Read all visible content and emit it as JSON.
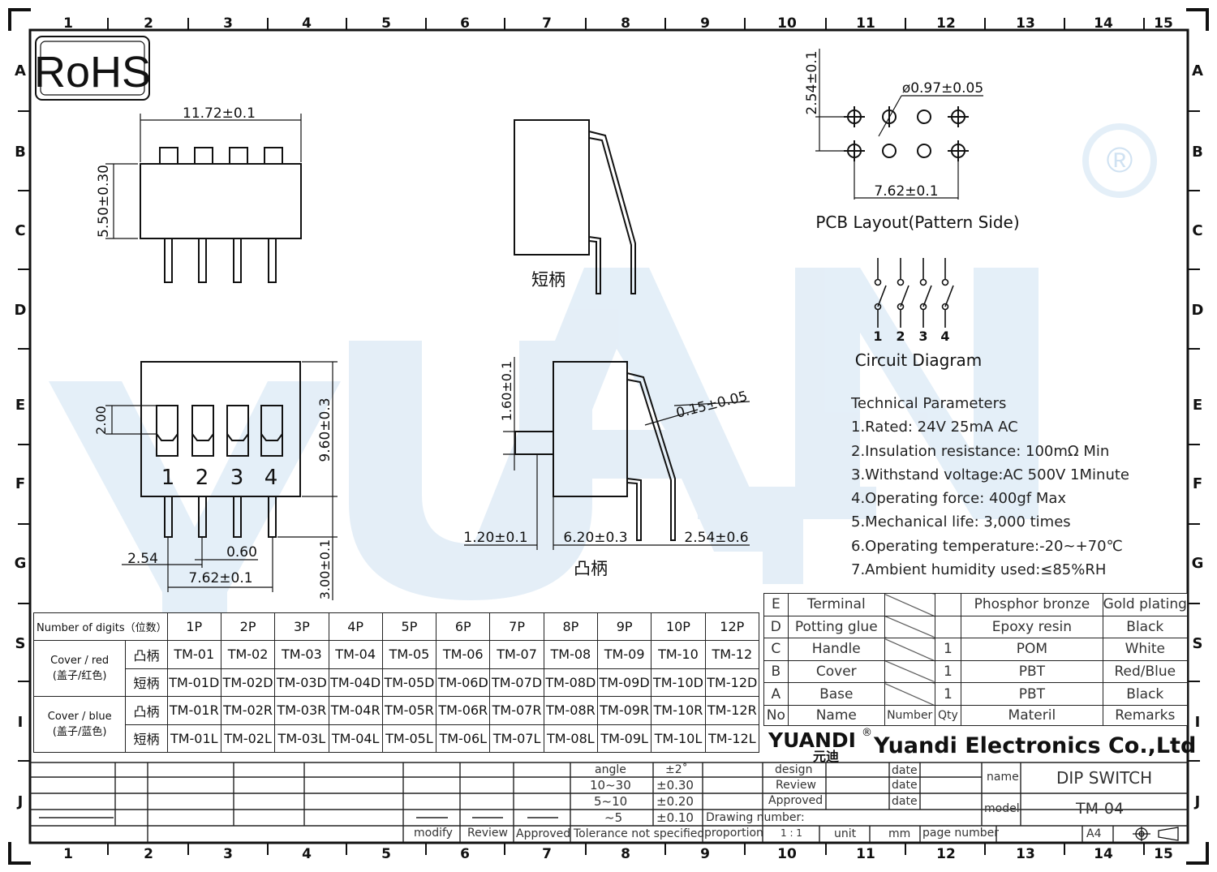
{
  "logos": {
    "rohs": "RoHS",
    "yuandi_en": "YUANDI",
    "yuandi_cn": "元迪",
    "registered": "®"
  },
  "border": {
    "columns": [
      "1",
      "2",
      "3",
      "4",
      "5",
      "6",
      "7",
      "8",
      "9",
      "10",
      "11",
      "12",
      "13",
      "14",
      "15"
    ],
    "rows": [
      "A",
      "B",
      "C",
      "D",
      "E",
      "F",
      "G",
      "S",
      "I",
      "J"
    ]
  },
  "top_view": {
    "width_dim": "11.72±0.1",
    "height_dim": "5.50±0.30"
  },
  "front_view": {
    "numbers": [
      "1",
      "2",
      "3",
      "4"
    ],
    "dim_2": "2.00",
    "dim_height": "9.60±0.3",
    "dim_pitch": "2.54",
    "dim_pin": "0.60",
    "dim_span": "7.62±0.1",
    "dim_pin_len": "3.00±0.1"
  },
  "side_short": {
    "label": "短柄"
  },
  "side_raised": {
    "label": "凸柄",
    "dim_handle": "1.60±0.1",
    "dim_thick": "0.15±0.05",
    "dim_a": "1.20±0.1",
    "dim_b": "6.20±0.3",
    "dim_c": "2.54±0.6"
  },
  "pcb": {
    "dim_vert": "2.54±0.1",
    "dim_hole": "ø0.97±0.05",
    "dim_span": "7.62±0.1",
    "title": "PCB  Layout(Pattern  Side)"
  },
  "circuit": {
    "numbers": [
      "1",
      "2",
      "3",
      "4"
    ],
    "title": "Circuit  Diagram"
  },
  "tech": {
    "title": "Technical Parameters",
    "items": [
      "1.Rated: 24V 25mA  AC",
      "2.Insulation resistance: 100mΩ Min",
      "3.Withstand voltage:AC 500V 1Minute",
      "4.Operating force: 400gf Max",
      "5.Mechanical life: 3,000 times",
      "6.Operating temperature:-20~+70℃",
      "7.Ambient humidity used:≤85%RH"
    ]
  },
  "digits_table": {
    "header_label": "Number of digits（位数）",
    "cols": [
      "1P",
      "2P",
      "3P",
      "4P",
      "5P",
      "6P",
      "7P",
      "8P",
      "9P",
      "10P",
      "12P"
    ],
    "groups": [
      {
        "label_en": "Cover / red",
        "label_cn": "(盖子/红色)",
        "rows": [
          {
            "type": "凸柄",
            "cells": [
              "TM-01",
              "TM-02",
              "TM-03",
              "TM-04",
              "TM-05",
              "TM-06",
              "TM-07",
              "TM-08",
              "TM-09",
              "TM-10",
              "TM-12"
            ]
          },
          {
            "type": "短柄",
            "cells": [
              "TM-01D",
              "TM-02D",
              "TM-03D",
              "TM-04D",
              "TM-05D",
              "TM-06D",
              "TM-07D",
              "TM-08D",
              "TM-09D",
              "TM-10D",
              "TM-12D"
            ]
          }
        ]
      },
      {
        "label_en": "Cover / blue",
        "label_cn": "(盖子/蓝色)",
        "rows": [
          {
            "type": "凸柄",
            "cells": [
              "TM-01R",
              "TM-02R",
              "TM-03R",
              "TM-04R",
              "TM-05R",
              "TM-06R",
              "TM-07R",
              "TM-08R",
              "TM-09R",
              "TM-10R",
              "TM-12R"
            ]
          },
          {
            "type": "短柄",
            "cells": [
              "TM-01L",
              "TM-02L",
              "TM-03L",
              "TM-04L",
              "TM-05L",
              "TM-06L",
              "TM-07L",
              "TM-08L",
              "TM-09L",
              "TM-10L",
              "TM-12L"
            ]
          }
        ]
      }
    ]
  },
  "bom": {
    "rows": [
      {
        "no": "E",
        "name": "Terminal",
        "number": "",
        "qty": "",
        "material": "Phosphor bronze",
        "remarks": "Gold plating"
      },
      {
        "no": "D",
        "name": "Potting glue",
        "number": "",
        "qty": "",
        "material": "Epoxy resin",
        "remarks": "Black"
      },
      {
        "no": "C",
        "name": "Handle",
        "number": "",
        "qty": "1",
        "material": "POM",
        "remarks": "White"
      },
      {
        "no": "B",
        "name": "Cover",
        "number": "",
        "qty": "1",
        "material": "PBT",
        "remarks": "Red/Blue"
      },
      {
        "no": "A",
        "name": "Base",
        "number": "",
        "qty": "1",
        "material": "PBT",
        "remarks": "Black"
      }
    ],
    "header": {
      "no": "No",
      "name": "Name",
      "number": "Number",
      "qty": "Qty",
      "material": "Materil",
      "remarks": "Remarks"
    }
  },
  "company": "Yuandi Electronics Co.,Ltd",
  "title_block": {
    "angle": "angle",
    "angle_tol": "±2˚",
    "r1": "10~30",
    "t1": "±0.30",
    "r2": "5~10",
    "t2": "±0.20",
    "r3": "~5",
    "t3": "±0.10",
    "modify": "modify",
    "review": "Review",
    "approved": "Approved",
    "tolerance": "Tolerance not specified",
    "design": "design",
    "review2": "Review",
    "approved2": "Approved",
    "date": "date",
    "name_label": "name",
    "name_value": "DIP SWITCH",
    "model_label": "model",
    "model_value": "TM-04",
    "drawing_number": "Drawing number:",
    "proportion": "proportion",
    "scale": "1 : 1",
    "unit": "unit",
    "mm": "mm",
    "page_number": "page number",
    "size": "A4"
  }
}
